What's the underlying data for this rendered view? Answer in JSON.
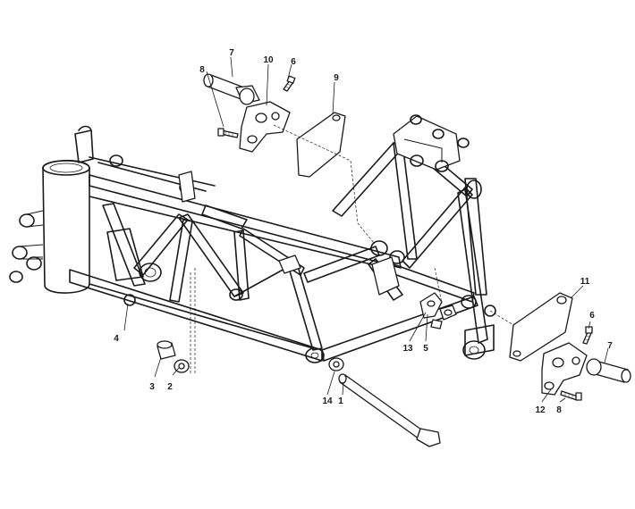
{
  "callouts": {
    "c1": "1",
    "c2": "2",
    "c3": "3",
    "c4": "4",
    "c5": "5",
    "c6a": "6",
    "c6b": "6",
    "c7a": "7",
    "c7b": "7",
    "c8a": "8",
    "c8b": "8",
    "c9": "9",
    "c10": "10",
    "c11": "11",
    "c12": "12",
    "c13": "13",
    "c14": "14"
  }
}
